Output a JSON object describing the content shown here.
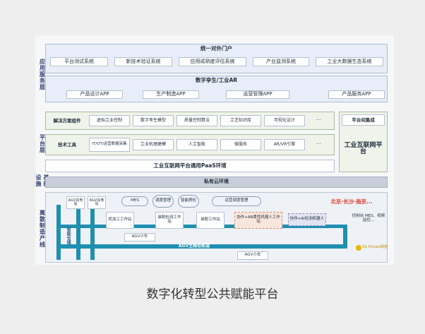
{
  "layers": {
    "app": "应用服务层",
    "platform": "平台层",
    "infra": "基础设施",
    "production": "离散制造产线"
  },
  "portal": {
    "title": "统一对外门户",
    "items": [
      "平台测试系统",
      "新技术验证系统",
      "应用成熟度评估系统",
      "产业监测系统",
      "工业大数据生态系统"
    ]
  },
  "twin": {
    "title": "数字孪生/工业AR",
    "apps": [
      "产品设计APP",
      "生产制造APP",
      "运营管理APP",
      "产品服务APP"
    ]
  },
  "platform": {
    "solutions_label": "解决方案组件",
    "solutions": [
      "虚拟工业控制",
      "数字孪生模型",
      "质量控制算法",
      "工艺知识库",
      "可视化设计"
    ],
    "tech_label": "技术工具",
    "tech": [
      "IT/OT/运营数据采集",
      "工业机理建模",
      "人工智能",
      "微服务",
      "AR/VR引擎"
    ],
    "ellipsis": "···",
    "paas": "工业互联网平台通用PaaS环境",
    "right_top": "平台间集成",
    "right_main": "工业互联网平台"
  },
  "infra": {
    "edge": "私有云环境"
  },
  "production": {
    "agv1": "AGV充电站",
    "agv2": "AGV充电站",
    "pills": [
      "MES",
      "调度管理",
      "智能质检",
      "运营调度管理"
    ],
    "warehouse": "智能仓储",
    "stations": [
      "机加工工作站",
      "装配检测工作站",
      "装配工作站",
      "协作+AR柔性机器人工作站",
      "协作+AI检测机器人"
    ],
    "control": "控制台 MES、视频监控...",
    "agv_track": "AGV主路径轨道",
    "agv_small_1": "AGV小车",
    "agv_small_2": "AGV小车",
    "red_note": "北京·长沙·南京...",
    "yellow_note": "5G Private网络"
  },
  "caption": "数字化转型公共赋能平台"
}
